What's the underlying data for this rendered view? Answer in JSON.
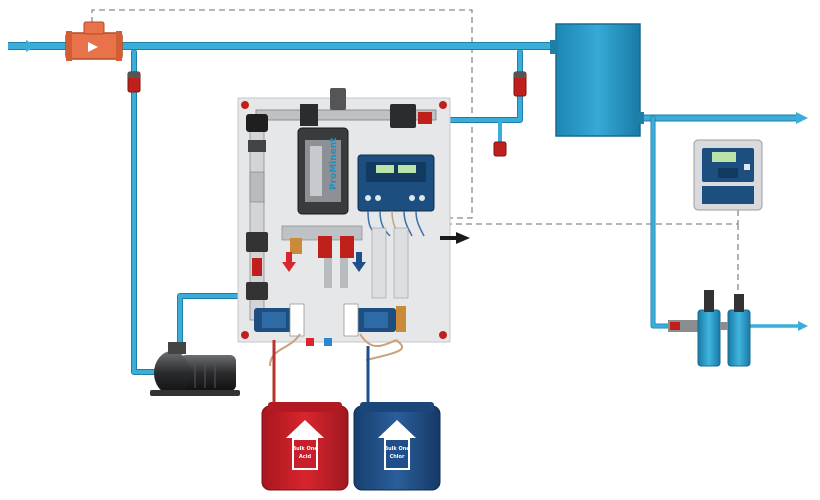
{
  "panel": {
    "brand_label": "ProMinent"
  },
  "canisters": {
    "left": {
      "label_line1": "Bulk One",
      "label_line2": "Acid",
      "color": "#c8202a"
    },
    "right": {
      "label_line1": "Bulk One",
      "label_line2": "Chlor",
      "color": "#1f4f8a"
    }
  },
  "colors": {
    "water_pipe": "#3aaed8",
    "tank": "#2b9cc8",
    "valve": "#e8734a",
    "acid": "#c8202a",
    "chlorine": "#1f4f8a",
    "panel": "#e6e7e9",
    "signal_line": "#8a8a8a"
  },
  "icons": {
    "inlet": "arrow-right-icon",
    "outlet": "arrow-right-icon",
    "flow_direction": "arrow-right-icon",
    "acid_direction": "arrow-down-icon",
    "chlorine_direction": "arrow-down-icon"
  }
}
